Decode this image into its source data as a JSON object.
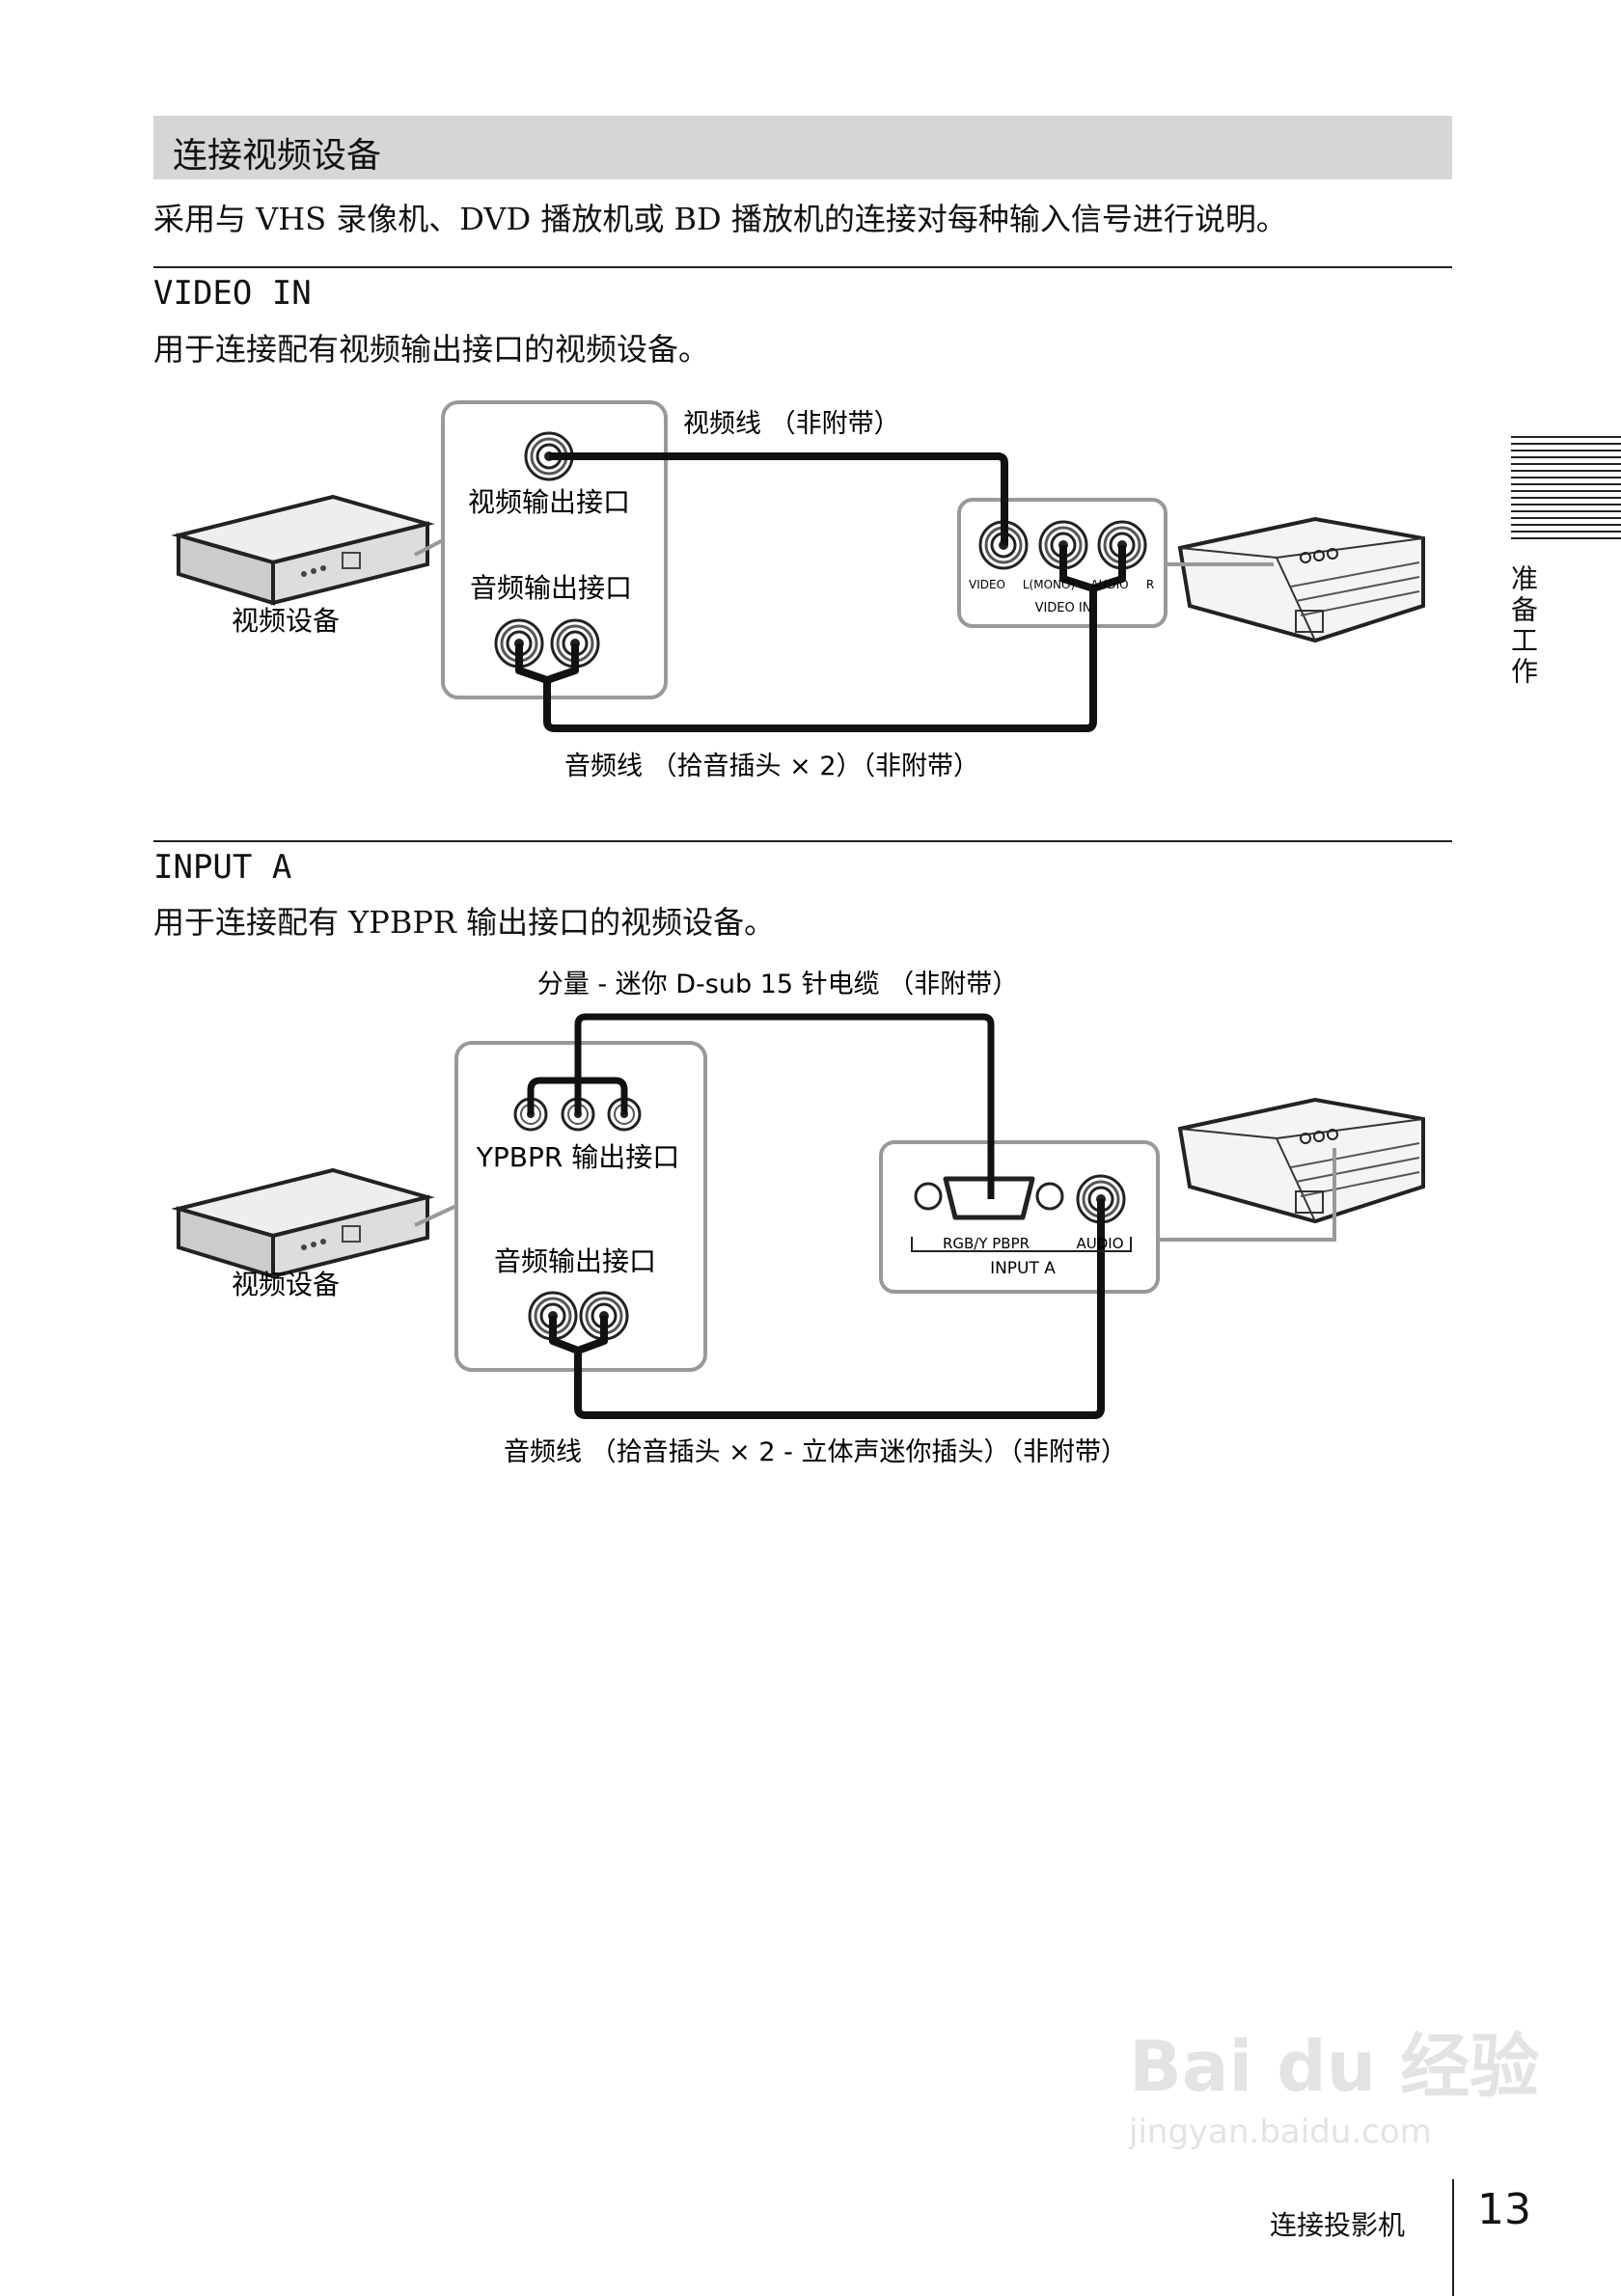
{
  "section_title": "连接视频设备",
  "intro": "采用与 VHS 录像机、DVD 播放机或 BD 播放机的连接对每种输入信号进行说明。",
  "video_in": {
    "heading": "VIDEO IN",
    "description": "用于连接配有视频输出接口的视频设备。",
    "diagram": {
      "video_cable_label": "视频线 （非附带）",
      "video_out_label": "视频输出接口",
      "audio_out_label": "音频输出接口",
      "device_label": "视频设备",
      "audio_cable_label": "音频线 （拾音插头 × 2）（非附带）",
      "panel_jack_labels": [
        "VIDEO",
        "L(MONO)",
        "AUDIO",
        "R"
      ],
      "panel_group_label": "VIDEO IN"
    }
  },
  "input_a": {
    "heading": "INPUT A",
    "description": "用于连接配有 YPBPR 输出接口的视频设备。",
    "diagram": {
      "component_cable_label": "分量 - 迷你 D-sub 15 针电缆 （非附带）",
      "ypbpr_out_label": "YPBPR 输出接口",
      "audio_out_label": "音频输出接口",
      "device_label": "视频设备",
      "audio_cable_label": "音频线 （拾音插头 × 2 - 立体声迷你插头）（非附带）",
      "panel_rgb_label": "RGB/Y PBPR",
      "panel_audio_label": "AUDIO",
      "panel_group_label": "INPUT A"
    }
  },
  "side_tab": "准备工作",
  "footer": {
    "title": "连接投影机",
    "page": "13"
  },
  "watermark": {
    "brand": "Bai du 经验",
    "url": "jingyan.baidu.com"
  }
}
